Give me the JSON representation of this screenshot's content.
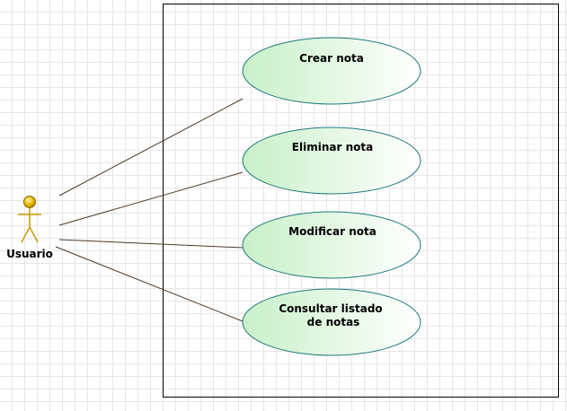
{
  "diagram": {
    "actor": {
      "name": "Usuario"
    },
    "use_cases": [
      {
        "lines": [
          "Crear nota"
        ]
      },
      {
        "lines": [
          "Eliminar nota"
        ]
      },
      {
        "lines": [
          "Modificar nota"
        ]
      },
      {
        "lines": [
          "Consultar listado",
          "de notas"
        ]
      }
    ],
    "colors": {
      "ellipse_stroke": "#1f7a7a",
      "ellipse_fill_start": "#c8f0c8",
      "ellipse_fill_end": "#ffffff",
      "actor_fill": "#e8b800",
      "actor_stroke": "#8a6d00",
      "association_line": "#4a3a2a",
      "boundary": "#000000"
    }
  }
}
